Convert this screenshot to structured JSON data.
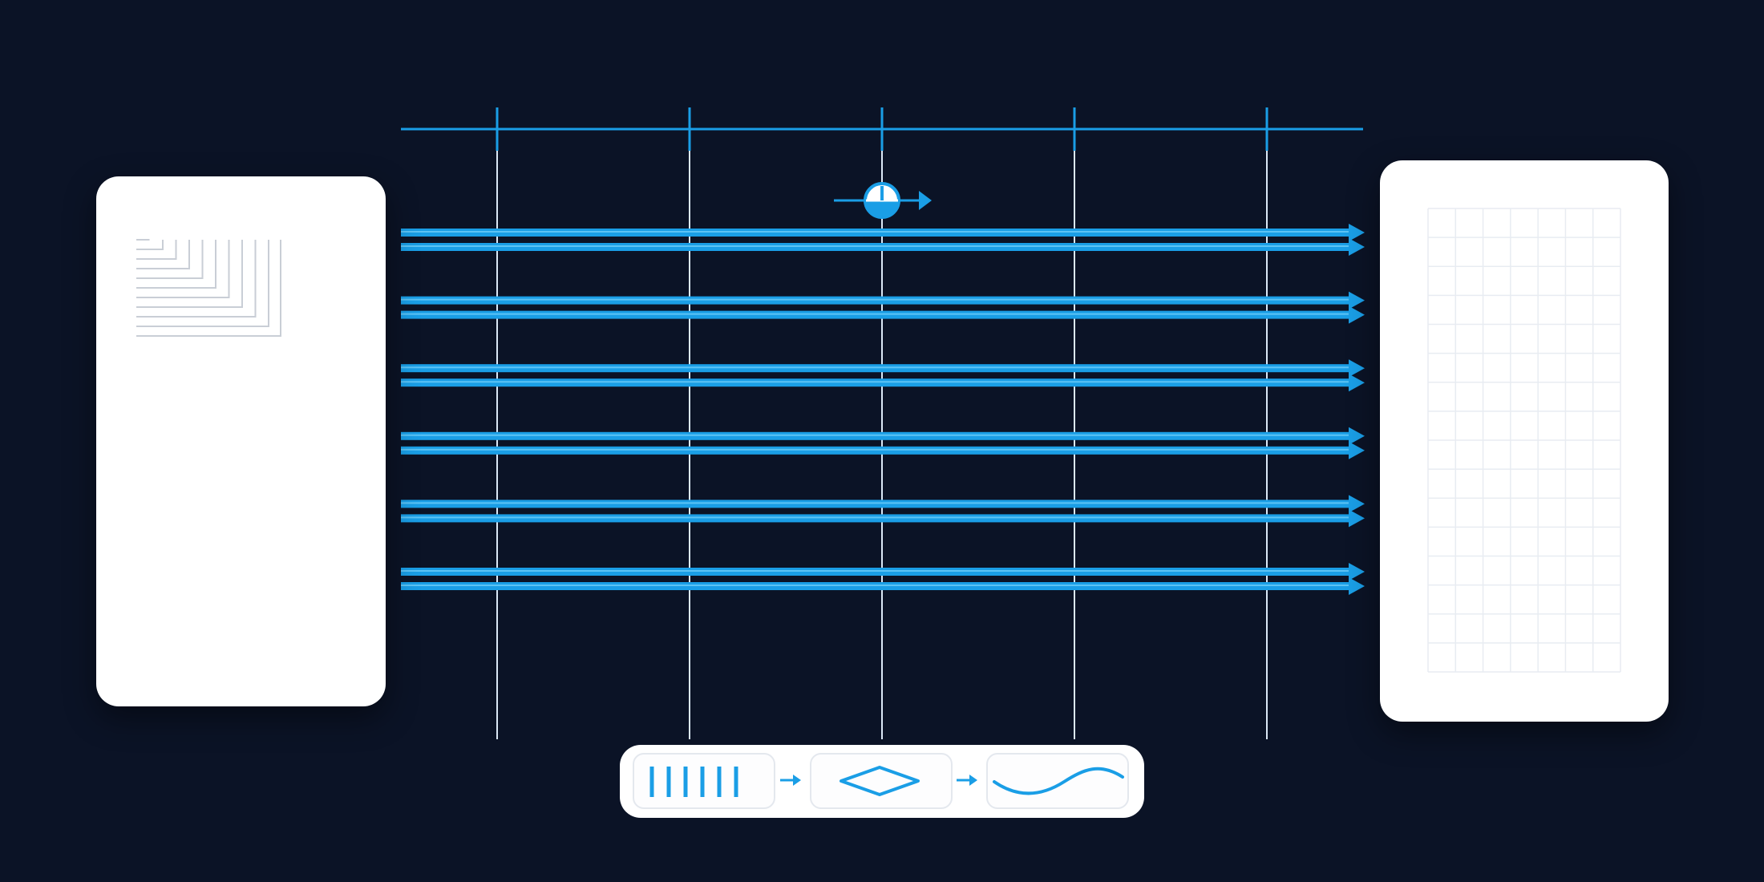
{
  "diagram": {
    "colors": {
      "background": "#0b1326",
      "accent": "#1a9ee6",
      "accent_light": "#5cc3f5",
      "panel": "#ffffff",
      "grid_line": "#e8ecf2",
      "corner_lines": "#c9ced6",
      "guide_line": "#dbe8f6"
    },
    "ruler_ticks": 5,
    "guide_lines": 5,
    "stream_pairs": 6,
    "left_panel": {
      "icon": "nested-corners-icon",
      "nested_lines": 11
    },
    "right_panel": {
      "icon": "grid-paper-icon",
      "grid_columns": 7,
      "grid_rows": 16
    },
    "scanner": {
      "icon": "circle-probe-icon",
      "direction": "right"
    },
    "pipeline": [
      {
        "icon": "pulse-bars-icon",
        "bars": 6
      },
      {
        "icon": "diamond-icon"
      },
      {
        "icon": "sine-wave-icon"
      }
    ],
    "pipeline_connector_icon": "arrow-right-icon"
  }
}
